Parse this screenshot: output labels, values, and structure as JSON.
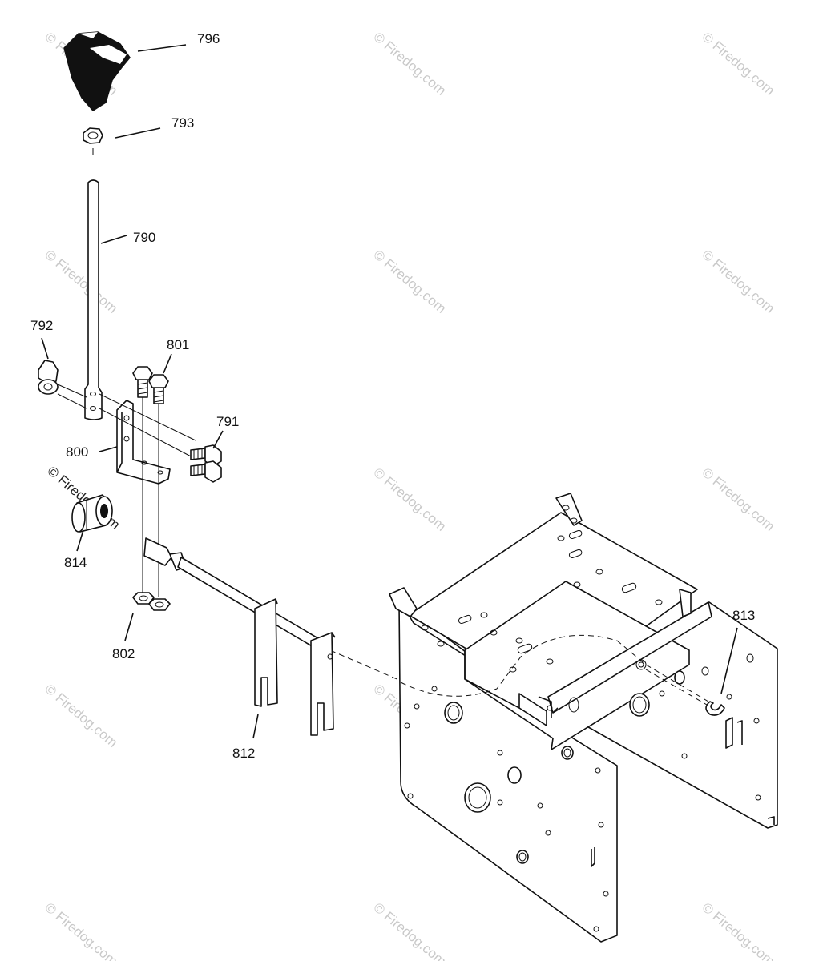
{
  "watermark": {
    "text": "© Firedog.com"
  },
  "callouts": {
    "c796": "796",
    "c793": "793",
    "c790": "790",
    "c792": "792",
    "c801": "801",
    "c791": "791",
    "c800": "800",
    "c814": "814",
    "c802": "802",
    "c812": "812",
    "c813": "813"
  },
  "colors": {
    "line": "#111111",
    "background": "#ffffff",
    "watermark": "#c9c9c9"
  }
}
